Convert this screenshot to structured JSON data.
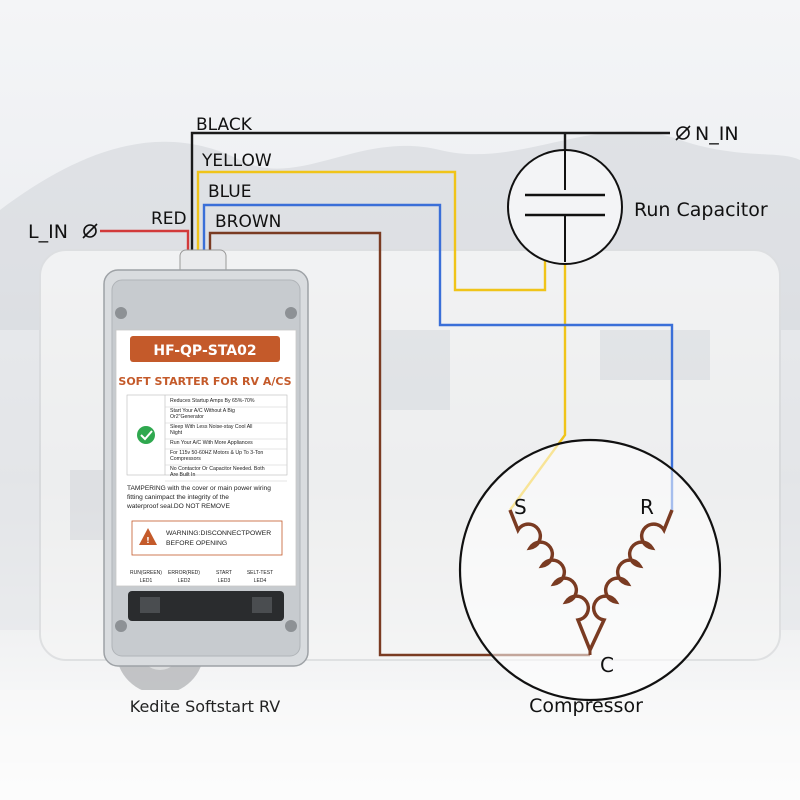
{
  "wires": {
    "black": "BLACK",
    "yellow": "YELLOW",
    "blue": "BLUE",
    "red": "RED",
    "brown": "BROWN",
    "l_in": "L_IN",
    "n_in": "N_IN"
  },
  "components": {
    "capacitor": "Run Capacitor",
    "compressor": "Compressor",
    "terminal_s": "S",
    "terminal_r": "R",
    "terminal_c": "C"
  },
  "device": {
    "model": "HF-QP-STA02",
    "subtitle": "SOFT STARTER FOR RV A/CS",
    "features": [
      "Reduces Startup Amps By 65%-70%",
      "Start Your A/C Without A Big Or2\"Generator",
      "Sleep With Less Noise-stay Cool All Night",
      "Run Your A/C With More Appliances",
      "For 115v 50-60HZ Motors & Up To 3-Ton Compressors",
      "No Contactor Or Capacitor Needed. Both Are Built In"
    ],
    "tamper_warning": "TAMPERING with the cover or main power wiring fitting canimpact the integrity of the waterproof seal.DO NOT REMOVE",
    "warning_box": "WARNING:DISCONNECTPOWER BEFORE OPENING",
    "leds": [
      {
        "name": "RUN(GREEN)",
        "id": "LED1"
      },
      {
        "name": "ERROR(RED)",
        "id": "LED2"
      },
      {
        "name": "START",
        "id": "LED3"
      },
      {
        "name": "SELT-TEST",
        "id": "LED4"
      }
    ]
  },
  "caption": "Kedite Softstart RV",
  "colors": {
    "black": "#1a1a1a",
    "yellow": "#f0c419",
    "blue": "#3a6fd8",
    "red": "#d23a3a",
    "brown": "#7a3b22",
    "label_orange": "#c45a2a"
  }
}
